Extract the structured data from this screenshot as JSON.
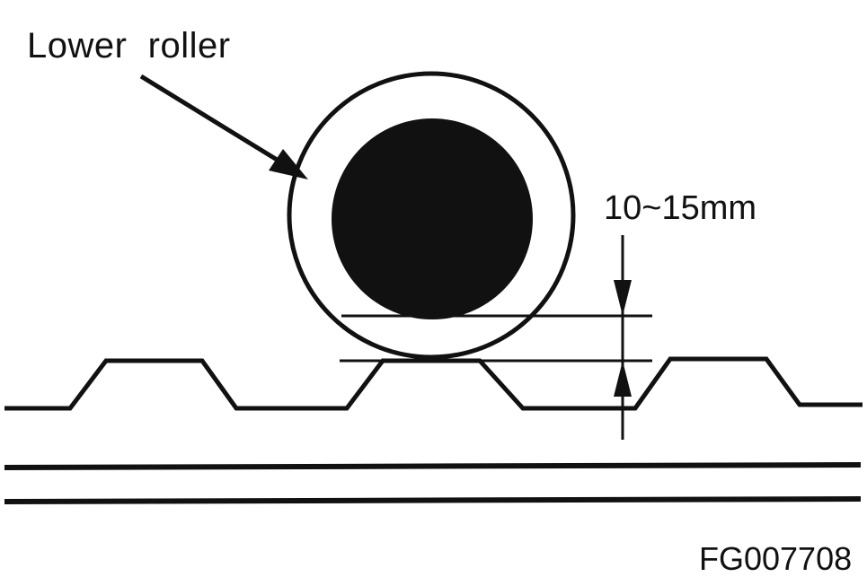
{
  "labels": {
    "component": "Lower  roller",
    "dimension": "10~15mm",
    "figure_code": "FG007708"
  },
  "colors": {
    "ink": "#111111",
    "background": "#ffffff"
  }
}
